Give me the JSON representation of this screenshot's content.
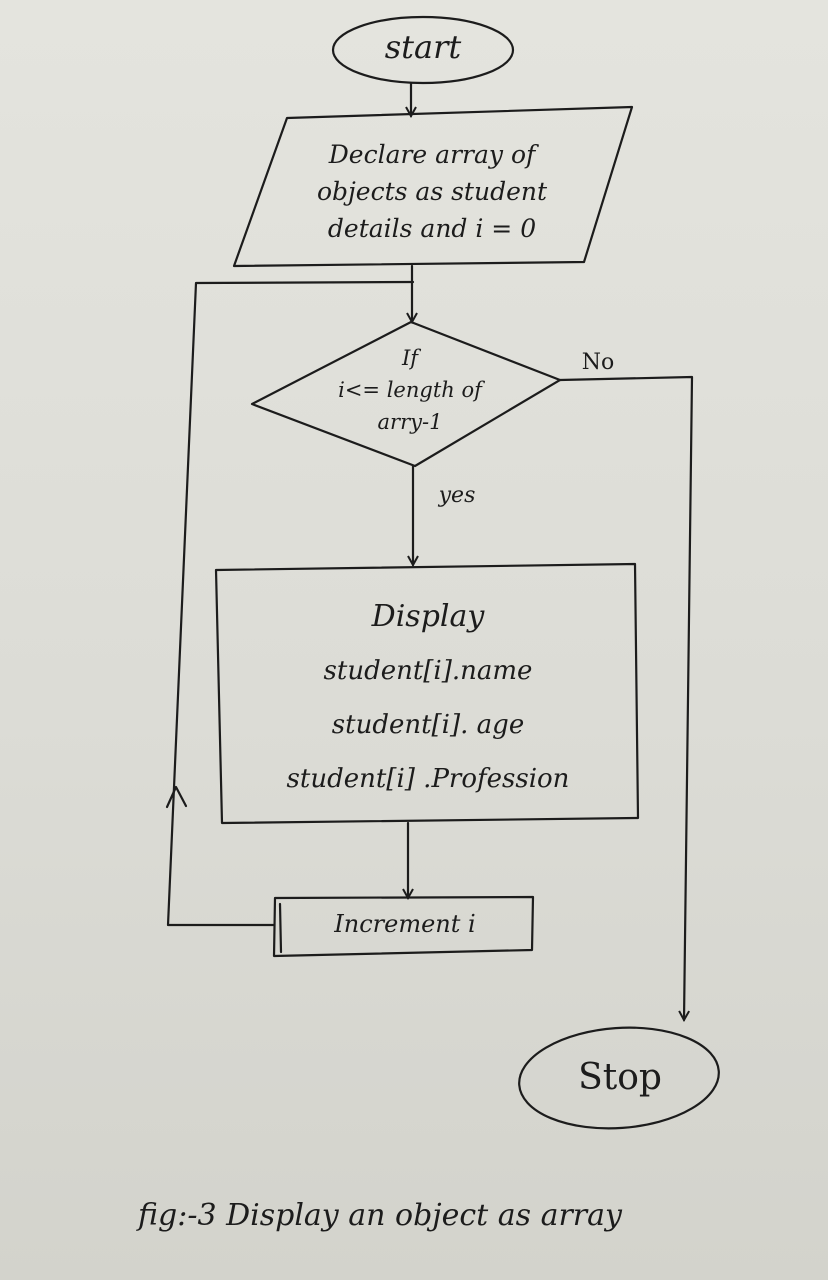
{
  "diagram": {
    "nodes": {
      "start": {
        "label": "start"
      },
      "declare": {
        "lines": [
          "Declare array of",
          "objects as student",
          "details and i = 0"
        ]
      },
      "condition": {
        "lines": [
          "If",
          "i<= length of",
          "arry-1"
        ]
      },
      "display": {
        "lines": [
          "Display",
          "student[i].name",
          "student[i]. age",
          "student[i] .Profession"
        ]
      },
      "increment": {
        "label": "Increment i"
      },
      "stop": {
        "label": "Stop"
      }
    },
    "edges": {
      "no_label": "No",
      "yes_label": "yes"
    },
    "caption": "fig:-3 Display an object as array"
  },
  "colors": {
    "ink": "#1c1c1c",
    "paper": "#e1e1db"
  }
}
